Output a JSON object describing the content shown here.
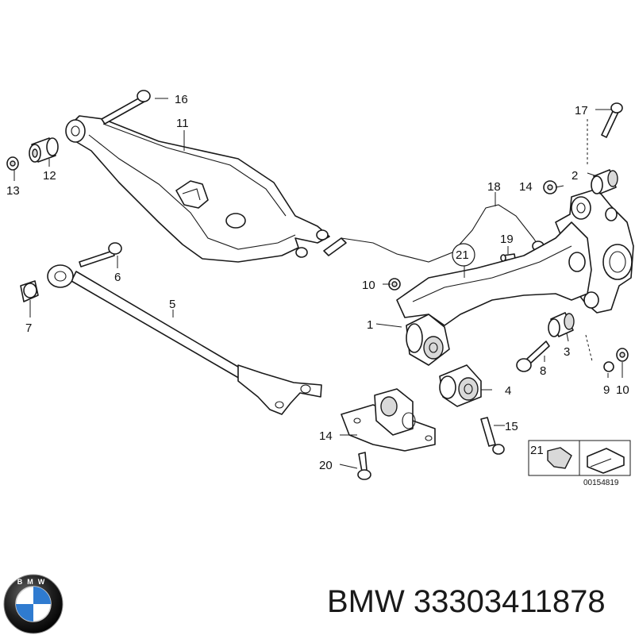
{
  "diagram": {
    "callouts": [
      "1",
      "2",
      "3",
      "4",
      "5",
      "6",
      "7",
      "8",
      "9",
      "10",
      "10",
      "11",
      "12",
      "13",
      "14",
      "14",
      "15",
      "16",
      "17",
      "18",
      "19",
      "20",
      "21"
    ],
    "reference_number": "00154819",
    "detail_label": "21"
  },
  "brand": {
    "logo_text": "BMW",
    "name": "BMW",
    "part_number": "33303411878",
    "colors": {
      "logo_blue": "#2f7bd0",
      "logo_ring": "#111111"
    }
  }
}
